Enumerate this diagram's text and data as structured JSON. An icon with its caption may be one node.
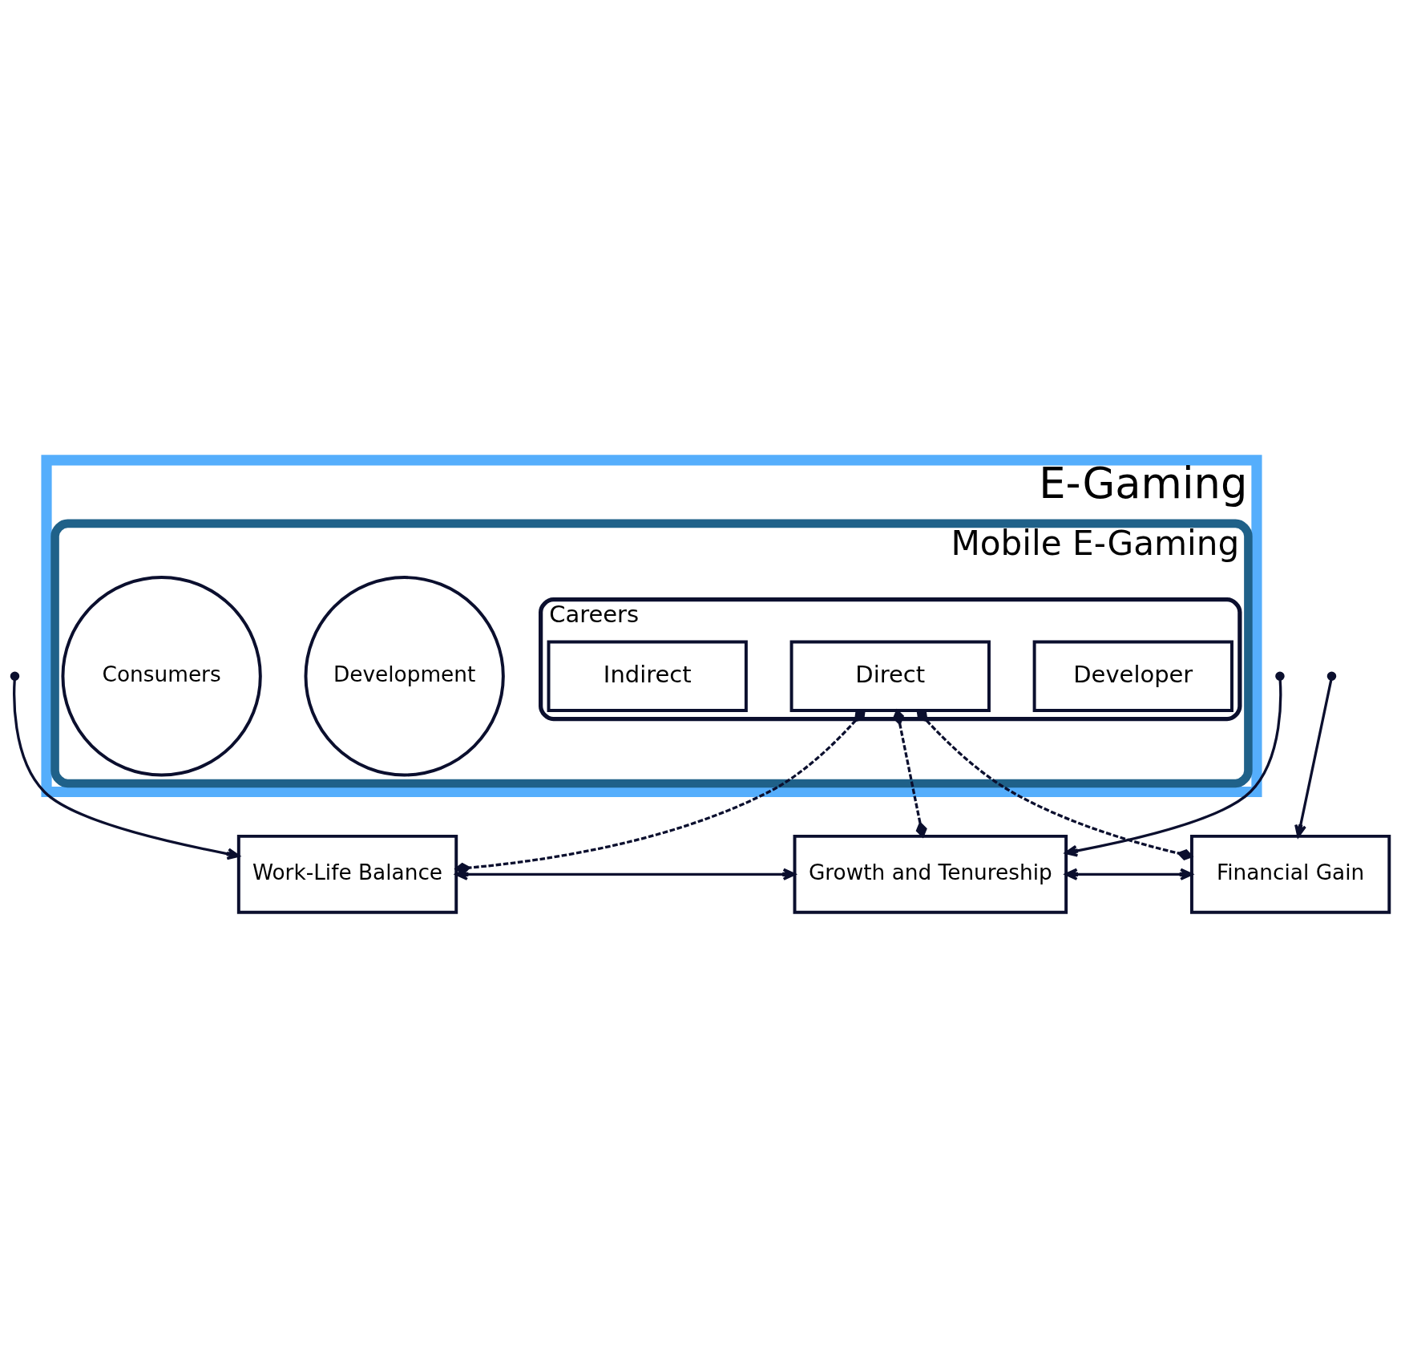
{
  "diagram": {
    "nodes": [
      {
        "text": [
          "E-Gaming"
        ]
      },
      {
        "text": [
          "Mobile E-Gaming"
        ],
        "in": 0
      },
      {
        "text": [
          "Development"
        ],
        "in": 1
      },
      {
        "text": [
          "Careers"
        ],
        "in": 1
      },
      {
        "text": [
          "Developer"
        ],
        "in": 3
      },
      {
        "text": [
          "Direct"
        ],
        "in": 3
      },
      {
        "text": [
          "Indirect"
        ],
        "in": 3
      },
      {
        "text": [
          "Consumers"
        ],
        "in": 1
      },
      {
        "text": [
          "Work-Life Balance"
        ]
      },
      {
        "text": [
          "Growth and Tenureship"
        ]
      },
      {
        "text": [
          "Financial Gain"
        ]
      }
    ],
    "edges": [
      {
        "from": 5,
        "to": 8,
        "arrow": "other",
        "style": "dashed"
      },
      {
        "from": 5,
        "to": 9,
        "arrow": "other",
        "style": "dashed"
      },
      {
        "from": 5,
        "to": 10,
        "arrow": "other",
        "style": "dashed"
      },
      {
        "from": 8,
        "to": 9,
        "arrow": "both"
      },
      {
        "from": 9,
        "to": 10,
        "arrow": "both"
      },
      {
        "from": null,
        "to": 8,
        "arrow": "to"
      },
      {
        "from": null,
        "to": 9,
        "arrow": "to"
      },
      {
        "from": null,
        "to": 10,
        "arrow": "to"
      }
    ]
  }
}
